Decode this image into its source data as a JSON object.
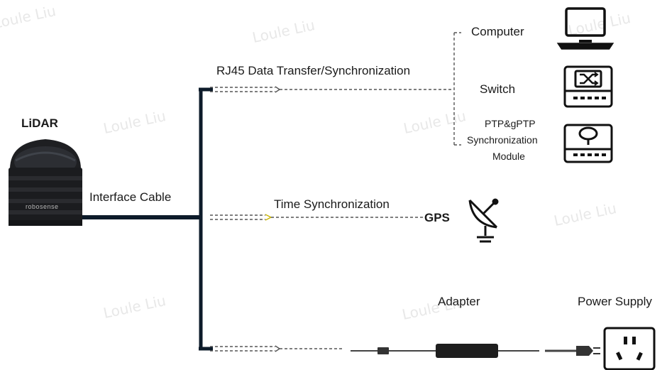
{
  "labels": {
    "lidar": "LiDAR",
    "brand": "robosense",
    "interface_cable": "Interface Cable",
    "rj45": "RJ45 Data Transfer/Synchronization",
    "time_sync": "Time Synchronization",
    "gps": "GPS",
    "computer": "Computer",
    "switch": "Switch",
    "ptp_line1": "PTP&gPTP",
    "ptp_line2": "Synchronization",
    "ptp_line3": "Module",
    "adapter": "Adapter",
    "power_supply": "Power Supply"
  },
  "watermark": "Loule Liu",
  "icons": {
    "computer": "laptop-icon",
    "switch": "network-switch-icon",
    "ptp": "ptp-module-icon",
    "gps": "satellite-dish-icon",
    "adapter": "power-adapter-icon",
    "power": "power-socket-icon"
  },
  "colors": {
    "line": "#0d1b2a",
    "dash": "#555555",
    "icon": "#111111"
  }
}
